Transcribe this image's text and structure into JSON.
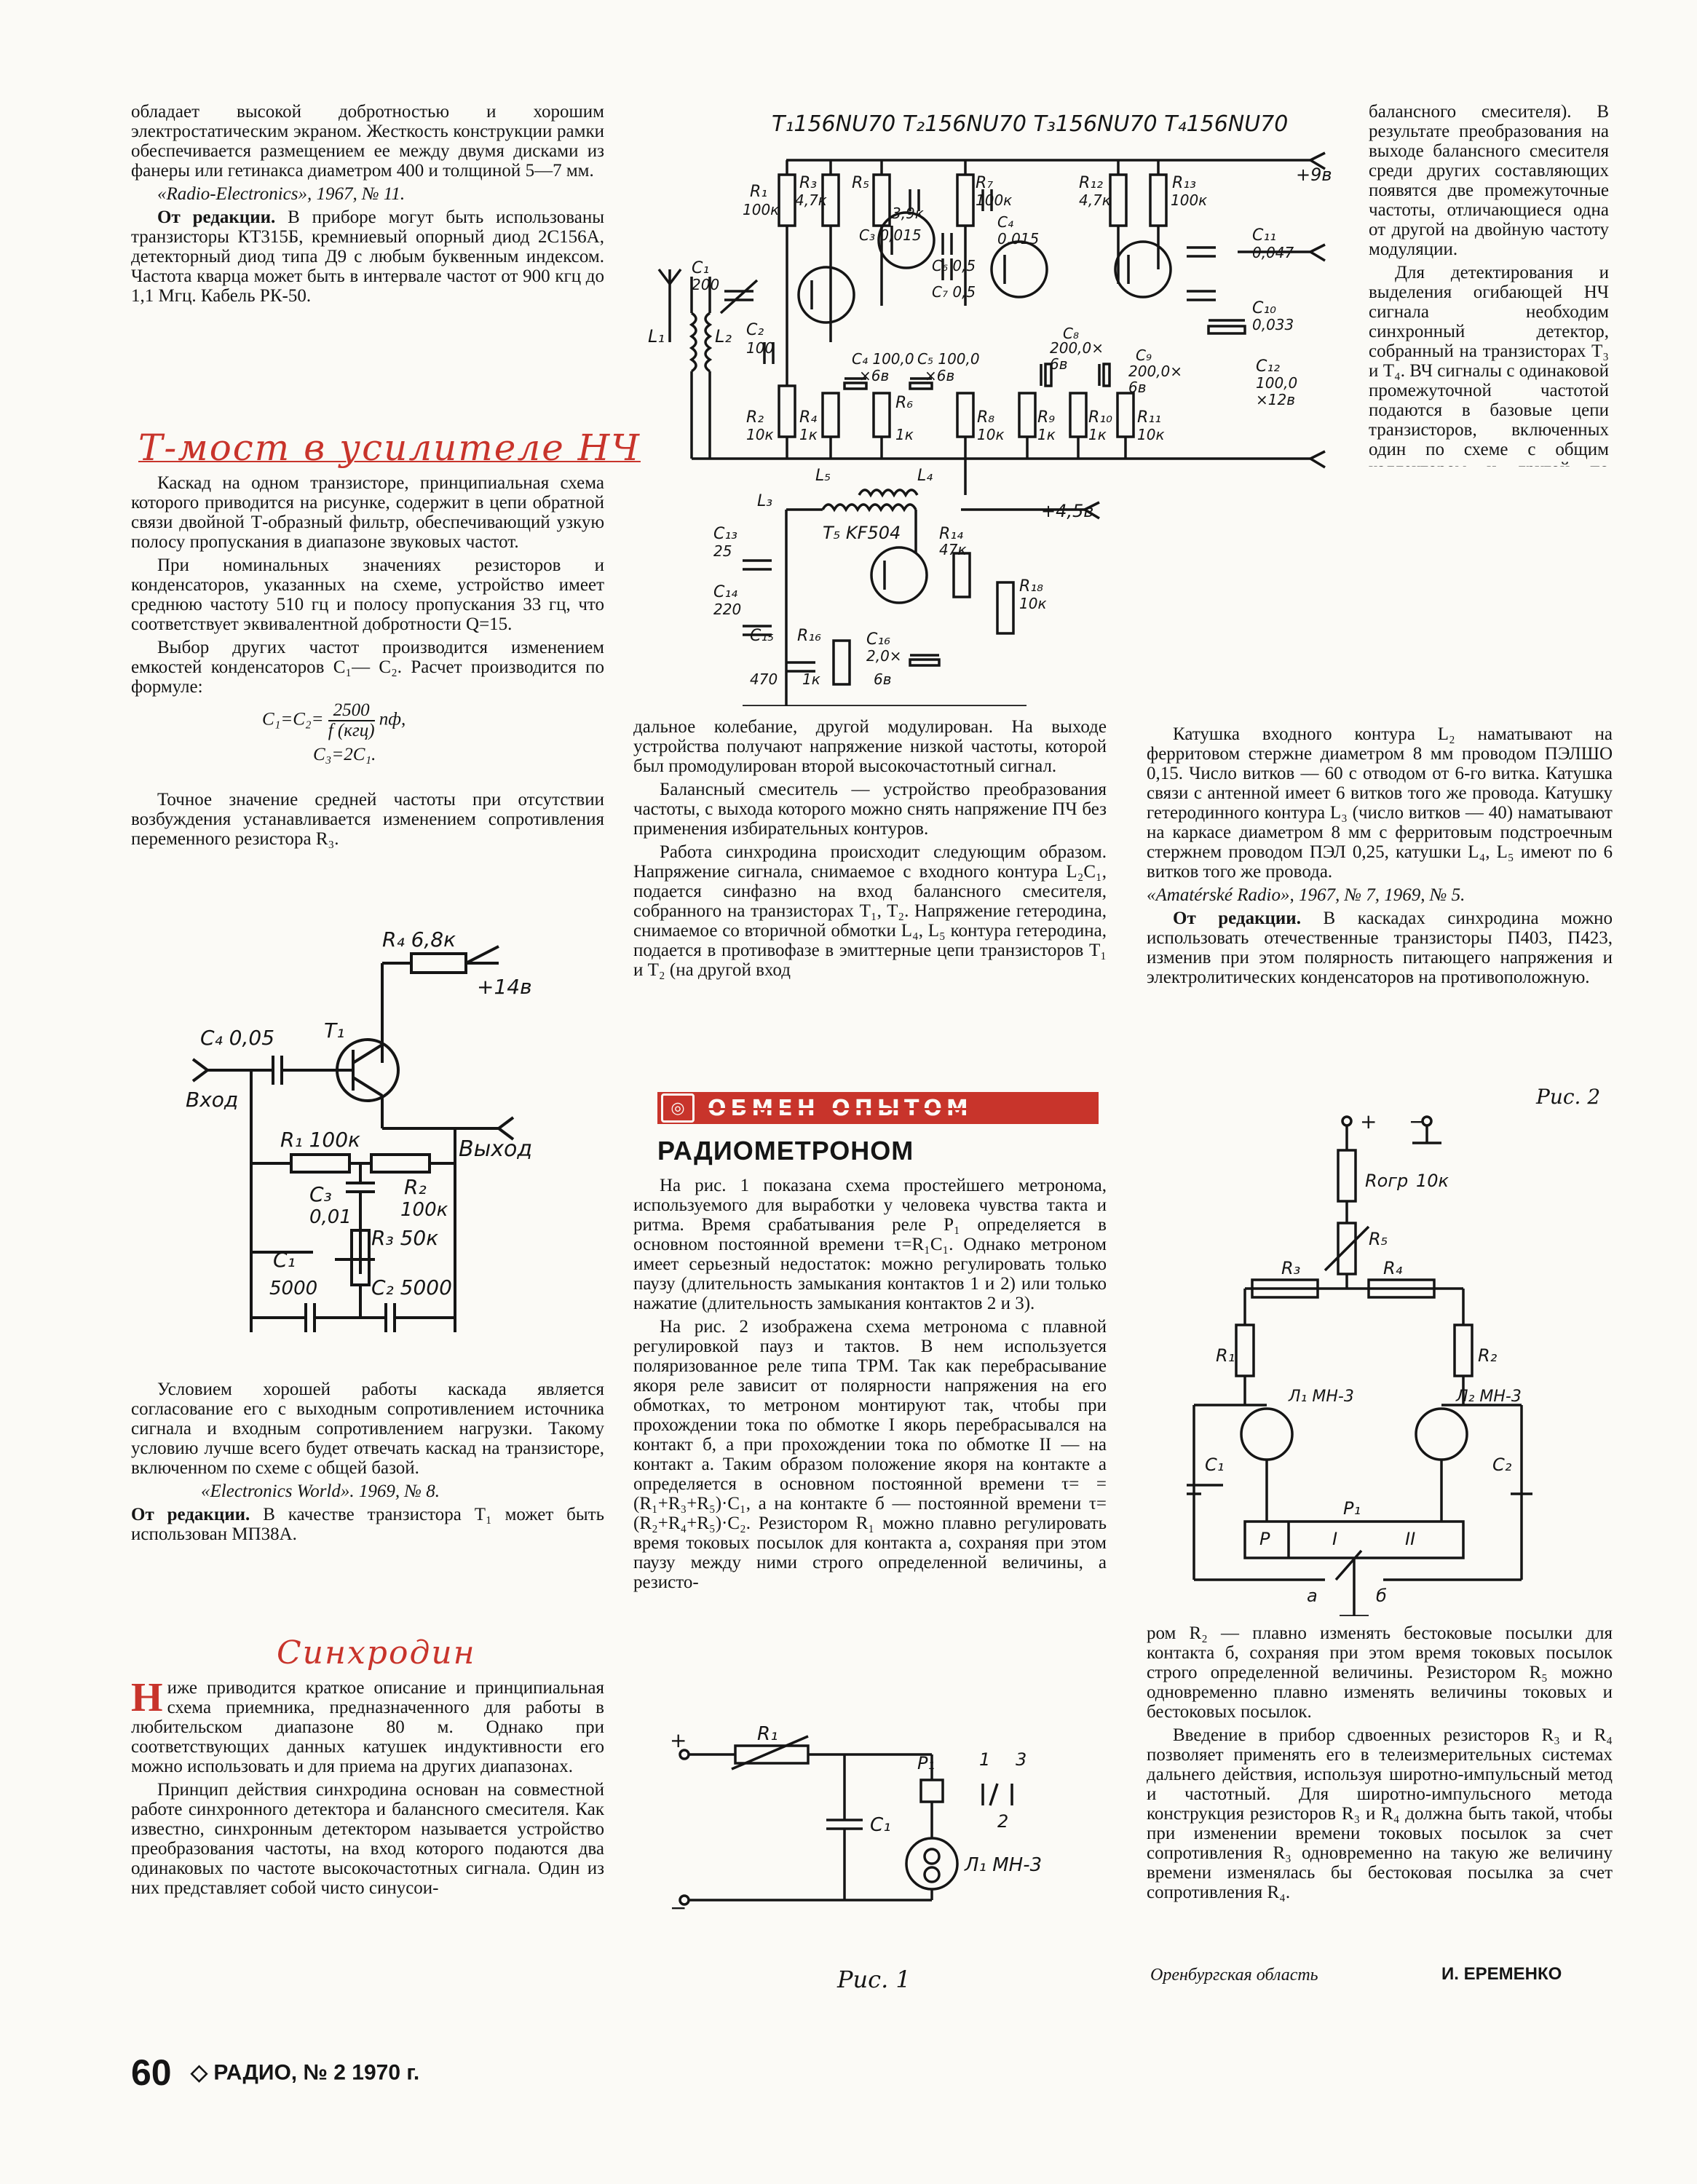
{
  "col1": {
    "p1": "обладает высокой добротностью и хорошим электростатическим экраном. Жесткость конструкции рамки обеспечивается размещением ее между двумя дисками из фанеры или гетинакса диаметром 400 и толщиной 5—7 мм.",
    "src1": "«Radio-Electronics», 1967, № 11.",
    "ed1_label": "От редакции.",
    "ed1_text": " В приборе могут быть использованы транзисторы КТ315Б, кремниевый опорный диод 2С156А, детекторный диод типа Д9 с любым буквенным индексом. Частота кварца может быть в интервале частот от 900 кгц до 1,1 Мгц. Кабель РК-50.",
    "tbridge_title": "Т-мост в усилителе НЧ",
    "t1": "Каскад на одном транзисторе, принципиальная схема которого приводится на рисунке, содержит в цепи обратной связи двойной Т-образный фильтр, обеспечивающий узкую полосу пропускания в диапазоне звуковых частот.",
    "t2": "При номинальных значениях резисторов и конденсаторов, указанных на схеме, устройство имеет среднюю частоту 510 гц и полосу пропускания 33 гц, что соответствует эквивалентной добротности Q=15.",
    "t3": "Выбор других частот производится изменением емкостей конденсаторов C₁— C₂. Расчет производится по формуле:",
    "f_lhs": "C₁=C₂=",
    "f_num": "2500",
    "f_den": "f (кгц)",
    "f_unit": "пф,",
    "f2": "C₃=2C₁.",
    "t4": "Точное значение средней частоты при отсутствии возбуждения устанавливается изменением сопротивления переменного резистора R₃.",
    "t5": "Условием хорошей работы каскада является согласование его с выходным сопротивлением источника сигнала и входным сопротивлением нагрузки. Такому условию лучше всего будет отвечать каскад на транзисторе, включенном по схеме с общей базой.",
    "src2": "«Electronics World». 1969, № 8.",
    "ed2_label": "От редакции.",
    "ed2_text": " В качестве транзистора T₁ может быть использован МП38А.",
    "sync_title": "Синхродин",
    "s1_cap": "Н",
    "s1": "иже приводится краткое описание и принципиальная схема приемника, предназначенного для работы в любительском диапазоне 80 м. Однако при соответствующих данных катушек индуктивности его можно использовать и для приема на других диапазонах.",
    "s2": "Принцип действия синхродина основан на совместной работе синхронного детектора и балансного смесителя. Как известно, синхронным детектором называется устройство преобразования частоты, на вход которого подаются два одинаковых по частоте высокочастотных сигнала. Один из них представляет собой чисто синусои-"
  },
  "tbridge_schematic": {
    "labels": [
      "R₄ 6,8к",
      "T₁",
      "+14в",
      "C₄ 0,05",
      "Вход",
      "R₁ 100к",
      "Выход",
      "R₂",
      "100к",
      "C₃",
      "0,01",
      "R₃ 50к",
      "C₁",
      "5000",
      "C₂ 5000"
    ]
  },
  "sync_schematic": {
    "header": "T₁156NU70  T₂156NU70  T₃156NU70  T₄156NU70",
    "labels": [
      "R₁",
      "100к",
      "R₃",
      "4,7к",
      "R₅",
      "3,9к",
      "R₇",
      "100к",
      "R₁₂",
      "4,7к",
      "R₁₃",
      "100к",
      "+9в",
      "C₃ 0,015",
      "C₄",
      "0,015",
      "C₆ 0,5",
      "C₇ 0,5",
      "C₁₁",
      "0,047",
      "C₁",
      "200",
      "C₂",
      "100",
      "L₁",
      "L₂",
      "C₄ 100,0",
      "×6в",
      "C₅ 100,0",
      "×6в",
      "C₈",
      "200,0×",
      "6в",
      "C₉",
      "200,0×",
      "6в",
      "C₁₀",
      "0,033",
      "C₁₂",
      "100,0",
      "×12в",
      "R₂",
      "10к",
      "R₄",
      "1к",
      "R₆",
      "1к",
      "R₈",
      "10к",
      "R₉",
      "1к",
      "R₁₀",
      "1к",
      "R₁₁",
      "10к",
      "L₃",
      "L₅",
      "L₄",
      "T₅ KF504",
      "R₁₄",
      "47к",
      "+4,5в",
      "C₁₃",
      "25",
      "C₁₄",
      "220",
      "R₁₈",
      "10к",
      "C₁₅",
      "470",
      "R₁₆",
      "1к",
      "C₁₆",
      "2,0×",
      "6в"
    ]
  },
  "col2": {
    "m1": "дальное колебание, другой модулирован. На выходе устройства получают напряжение низкой частоты, которой был промодулирован второй высокочастотный сигнал.",
    "m2": "Балансный смеситель — устройство преобразования частоты, с выхода которого можно снять напряжение ПЧ без применения избирательных контуров.",
    "m3": "Работа синхродина происходит следующим образом. Напряжение сигнала, снимаемое с входного контура L₂C₁, подается синфазно на вход балансного смесителя, собранного на транзисторах T₁, T₂. Напряжение гетеродина, снимаемое со вторичной обмотки L₄, L₅ контура гетеродина, подается в противофазе в эмиттерные цепи транзисторов T₁ и T₂ (на другой вход",
    "banner": "ОБМЕН ОПЫТОМ",
    "metro_title": "РАДИОМЕТРОНОМ",
    "r1": "На рис. 1 показана схема простейшего метронома, используемого для выработки у человека чувства такта и ритма. Время срабатывания реле P₁ определяется в основном постоянной времени τ=R₁C₁. Однако метроном имеет серьезный недостаток: можно регулировать только паузу (длительность замыкания контактов 1 и 2) или только нажатие (длительность замыкания контактов 2 и 3).",
    "r2": "На рис. 2 изображена схема метронома с плавной регулировкой пауз и тактов. В нем используется поляризованное реле типа ТРМ. Так как перебрасывание якоря реле зависит от полярности напряжения на его обмотках, то метроном монтируют так, чтобы при прохождении тока по обмотке I якорь перебрасывался на контакт б, а при прохождении тока по обмотке II — на контакт а. Таким образом положение якоря на контакте а определяется в основном постоянной времени τ= = (R₁+R₃+R₅)·C₁, а на контакте б — постоянной времени τ=(R₂+R₄+R₅)·C₂. Резистором R₁ можно плавно регулировать время токовых посылок для контакта а, сохраняя при этом паузу между ними строго определенной величины, а резисто-"
  },
  "fig1": {
    "caption": "Рис. 1",
    "labels": [
      "+",
      "R₁",
      "P₁",
      "1",
      "3",
      "C₁",
      "2",
      "Л₁ МН-3",
      "−"
    ]
  },
  "col3": {
    "c1": "балансного смесителя). В результате преобразования на выходе балансного смесителя среди других составляющих появятся две промежуточные частоты, отличающиеся одна от другой на двойную частоту модуляции.",
    "c2": "Для детектирования и выделения огибающей НЧ сигнала необходим синхронный детектор, собранный на транзисторах T₃ и T₄. ВЧ сигналы с одинаковой промежуточной частотой подаются в базовые цепи транзисторов, включенных один по схеме с общим коллектором и другой по схеме с общим эмиттером, и соединенных между собой по переменному току. Тем самым достигается сложение выделенной НЧ составляющей, тогда как ВЧ составляющие взаимно уничтожаются. С нагрузки синхронного детектора резистора R₁₂ сигнал НЧ подается на усилитель низкой частоты.",
    "c3": "Катушка входного контура L₂ наматывают на ферритовом стержне диаметром 8 мм проводом ПЭЛШО 0,15. Число витков — 60 с отводом от 6-го витка. Катушка связи с антенной имеет 6 витков того же провода. Катушку гетеродинного контура L₃ (число витков — 40) наматывают на каркасе диаметром 8 мм с ферритовым подстроечным стержнем проводом ПЭЛ 0,25, катушки L₄, L₅ имеют по 6 витков того же провода.",
    "src3": "«Amatérské Radio», 1967, № 7, 1969, № 5.",
    "ed3_label": "От редакции.",
    "ed3_text": " В каскадах синхродина можно использовать отечественные транзисторы П403, П423, изменив при этом полярность питающего напряжения и электролитических конденсаторов на противоположную.",
    "fig2_caption": "Рис. 2",
    "q1": "ром R₂ — плавно изменять бестоковые посылки для контакта б, сохраняя при этом время токовых посылок строго определенной величины. Резистором R₅ можно одновременно плавно изменять величины токовых и бестоковых посылок.",
    "q2": "Введение в прибор сдвоенных резисторов R₃ и R₄ позволяет применять его в телеизмерительных системах дальнего действия, используя широтно-импульсный метод и частотный. Для широтно-импульсного метода конструкция резисторов R₃ и R₄ должна быть такой, чтобы при изменении времени токовых посылок за счет сопротивления R₃ одновременно на такую же величину времени изменялась бы бестоковая посылка за счет сопротивления R₄.",
    "region": "Оренбургская область",
    "author": "И. ЕРЕМЕНКО"
  },
  "fig2": {
    "labels": [
      "+",
      "−",
      "Rогр",
      "10к",
      "R₅",
      "R₃",
      "R₄",
      "R₁",
      "R₂",
      "Л₁ МН-3",
      "Л₂ МН-3",
      "C₁",
      "C₂",
      "P₁",
      "P",
      "I",
      "II",
      "a",
      "б"
    ]
  },
  "footer": {
    "page": "60",
    "issue": "◇  РАДИО, № 2 1970 г."
  }
}
